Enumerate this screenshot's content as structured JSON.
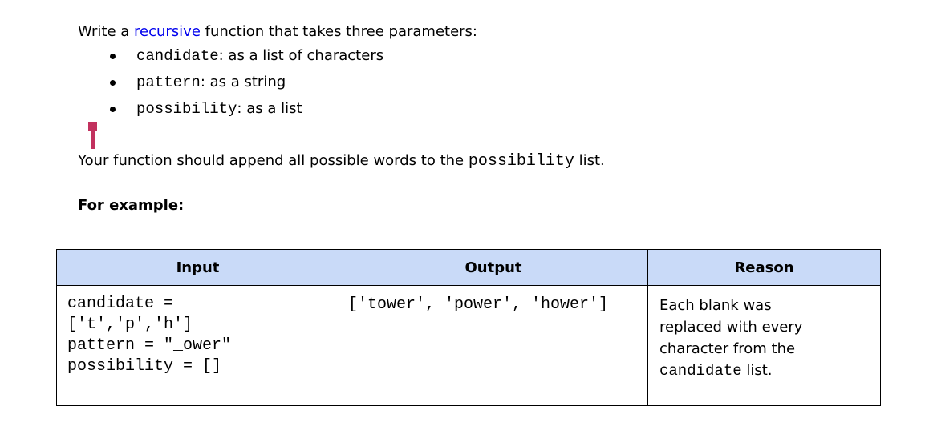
{
  "intro": {
    "prefix": "Write a ",
    "link": "recursive",
    "suffix": " function that takes three parameters:",
    "link_color": "#0000ee"
  },
  "bullets": [
    {
      "code": "candidate",
      "rest": ": as a list of characters"
    },
    {
      "code": "pattern",
      "rest": ": as a string"
    },
    {
      "code": "possibility",
      "rest": ": as a list"
    }
  ],
  "cursor": {
    "name": "collaborator-text-cursor",
    "color": "#c2315e"
  },
  "paragraph": {
    "prefix": "Your function should append all possible words to the ",
    "code": "possibility",
    "suffix": " list."
  },
  "example_label": "For example:",
  "table": {
    "header_bg": "#c9daf8",
    "border_color": "#000000",
    "columns": [
      "Input",
      "Output",
      "Reason"
    ],
    "row": {
      "input_lines": [
        "candidate =",
        "['t','p','h']",
        "pattern = \"_ower\"",
        "possibility = []"
      ],
      "output": "['tower', 'power', 'hower']",
      "reason_lines": [
        "Each blank was",
        "replaced with every",
        "character from the"
      ],
      "reason_code": "candidate",
      "reason_suffix": " list."
    }
  }
}
